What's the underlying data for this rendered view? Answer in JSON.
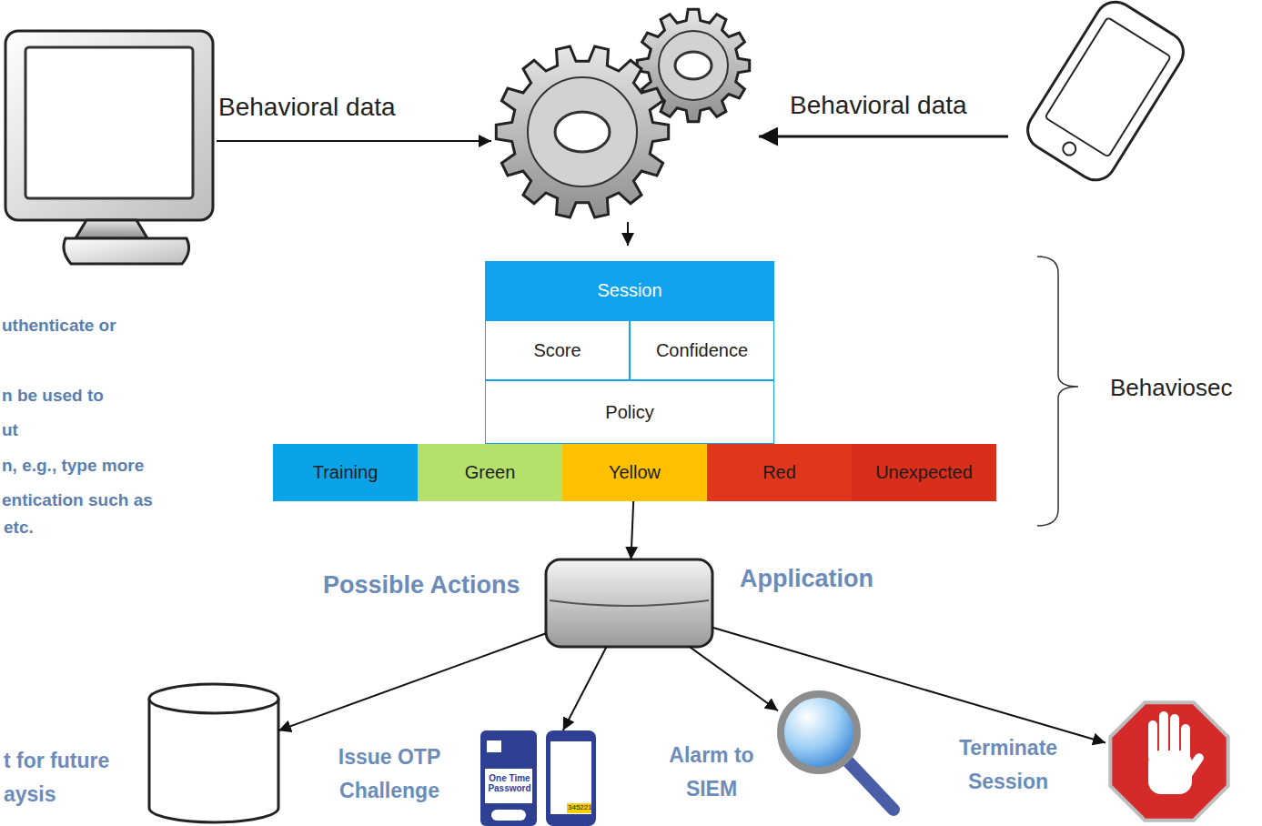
{
  "diagram": {
    "nodes": [
      {
        "text": [
          "Session"
        ]
      },
      {
        "text": [
          "Score"
        ]
      },
      {
        "text": [
          "Confidence"
        ]
      },
      {
        "text": [
          "Policy"
        ]
      },
      {
        "text": [
          "Training"
        ]
      },
      {
        "text": [
          "Green"
        ]
      },
      {
        "text": [
          "Yellow"
        ]
      },
      {
        "text": [
          "Red"
        ]
      },
      {
        "text": [
          "Unexpected"
        ]
      },
      {
        "text": [
          "Application"
        ]
      },
      {
        "text": [
          "t for future aysis"
        ]
      },
      {
        "text": [
          "Issue OTP Challenge"
        ]
      },
      {
        "text": [
          "Alarm to SIEM"
        ]
      },
      {
        "text": [
          "Terminate Session"
        ]
      }
    ],
    "edges": [
      {
        "from": 6,
        "to": 9,
        "arrow": "to"
      },
      {
        "from": 9,
        "to": 10,
        "arrow": "to"
      },
      {
        "from": 9,
        "to": 11,
        "arrow": "to"
      },
      {
        "from": 9,
        "to": 12,
        "arrow": "to"
      },
      {
        "from": 9,
        "to": 13,
        "arrow": "to"
      }
    ],
    "labels": [
      "Behavioral data",
      "Behavioral data",
      "uthenticate or",
      "n be used to",
      "ut",
      "n, e.g., type more",
      "entication such as",
      "etc.",
      "Behaviosec",
      "Possible Actions",
      "One Time Password",
      "345221"
    ]
  }
}
